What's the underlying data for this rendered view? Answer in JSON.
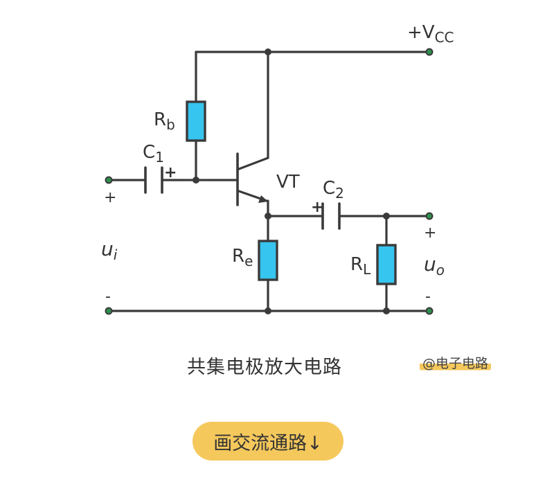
{
  "labels": {
    "vcc": "+V",
    "vcc_sub": "CC",
    "rb": "R",
    "rb_sub": "b",
    "c1": "C",
    "c1_sub": "1",
    "vt": "VT",
    "c2": "C",
    "c2_sub": "2",
    "re": "R",
    "re_sub": "e",
    "rl": "R",
    "rl_sub": "L",
    "ui": "u",
    "ui_sub": "i",
    "uo": "u",
    "uo_sub": "o",
    "plus": "+",
    "minus": "-",
    "cap_polarity": "+"
  },
  "caption": "共集电极放大电路",
  "watermark": "@电子电路",
  "button": "画交流通路↓",
  "colors": {
    "wire": "#3a3a3a",
    "resistor": "#36c5ef",
    "terminal": "#2f8f4e",
    "highlight": "#f5c85c"
  }
}
